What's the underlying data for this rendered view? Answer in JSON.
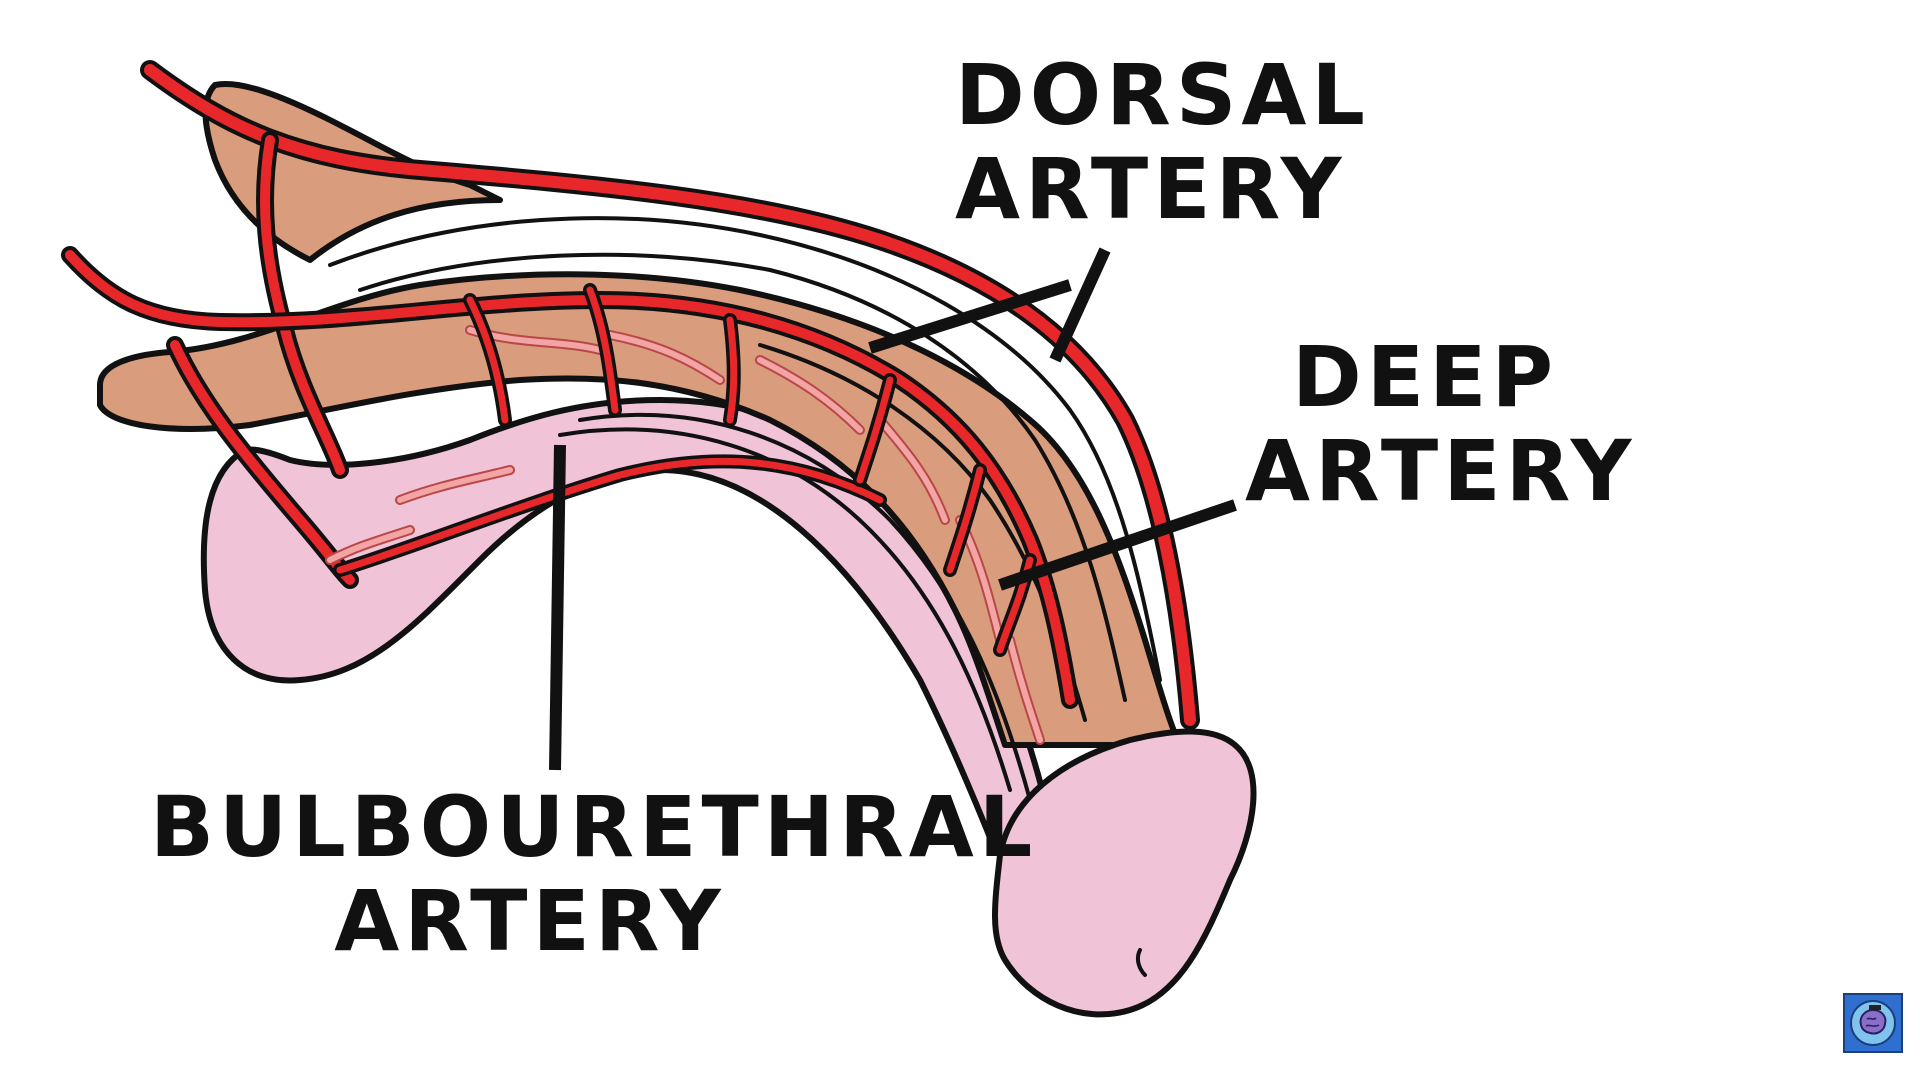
{
  "labels": {
    "dorsal": {
      "line1": "DORSAL",
      "line2": "ARTERY"
    },
    "deep": {
      "line1": "DEEP",
      "line2": "ARTERY"
    },
    "bulbourethral": {
      "line1": "BULBOURETHRAL",
      "line2": "ARTERY"
    }
  },
  "colors": {
    "background": "#ffffff",
    "artery": "#e8272b",
    "corpus_cavernosum": "#d99c7c",
    "corpus_spongiosum": "#f0c3d6",
    "arterial_branch_tint": "#f3a5a5",
    "outline": "#111111"
  },
  "icons": [
    "brain-logo-icon"
  ]
}
